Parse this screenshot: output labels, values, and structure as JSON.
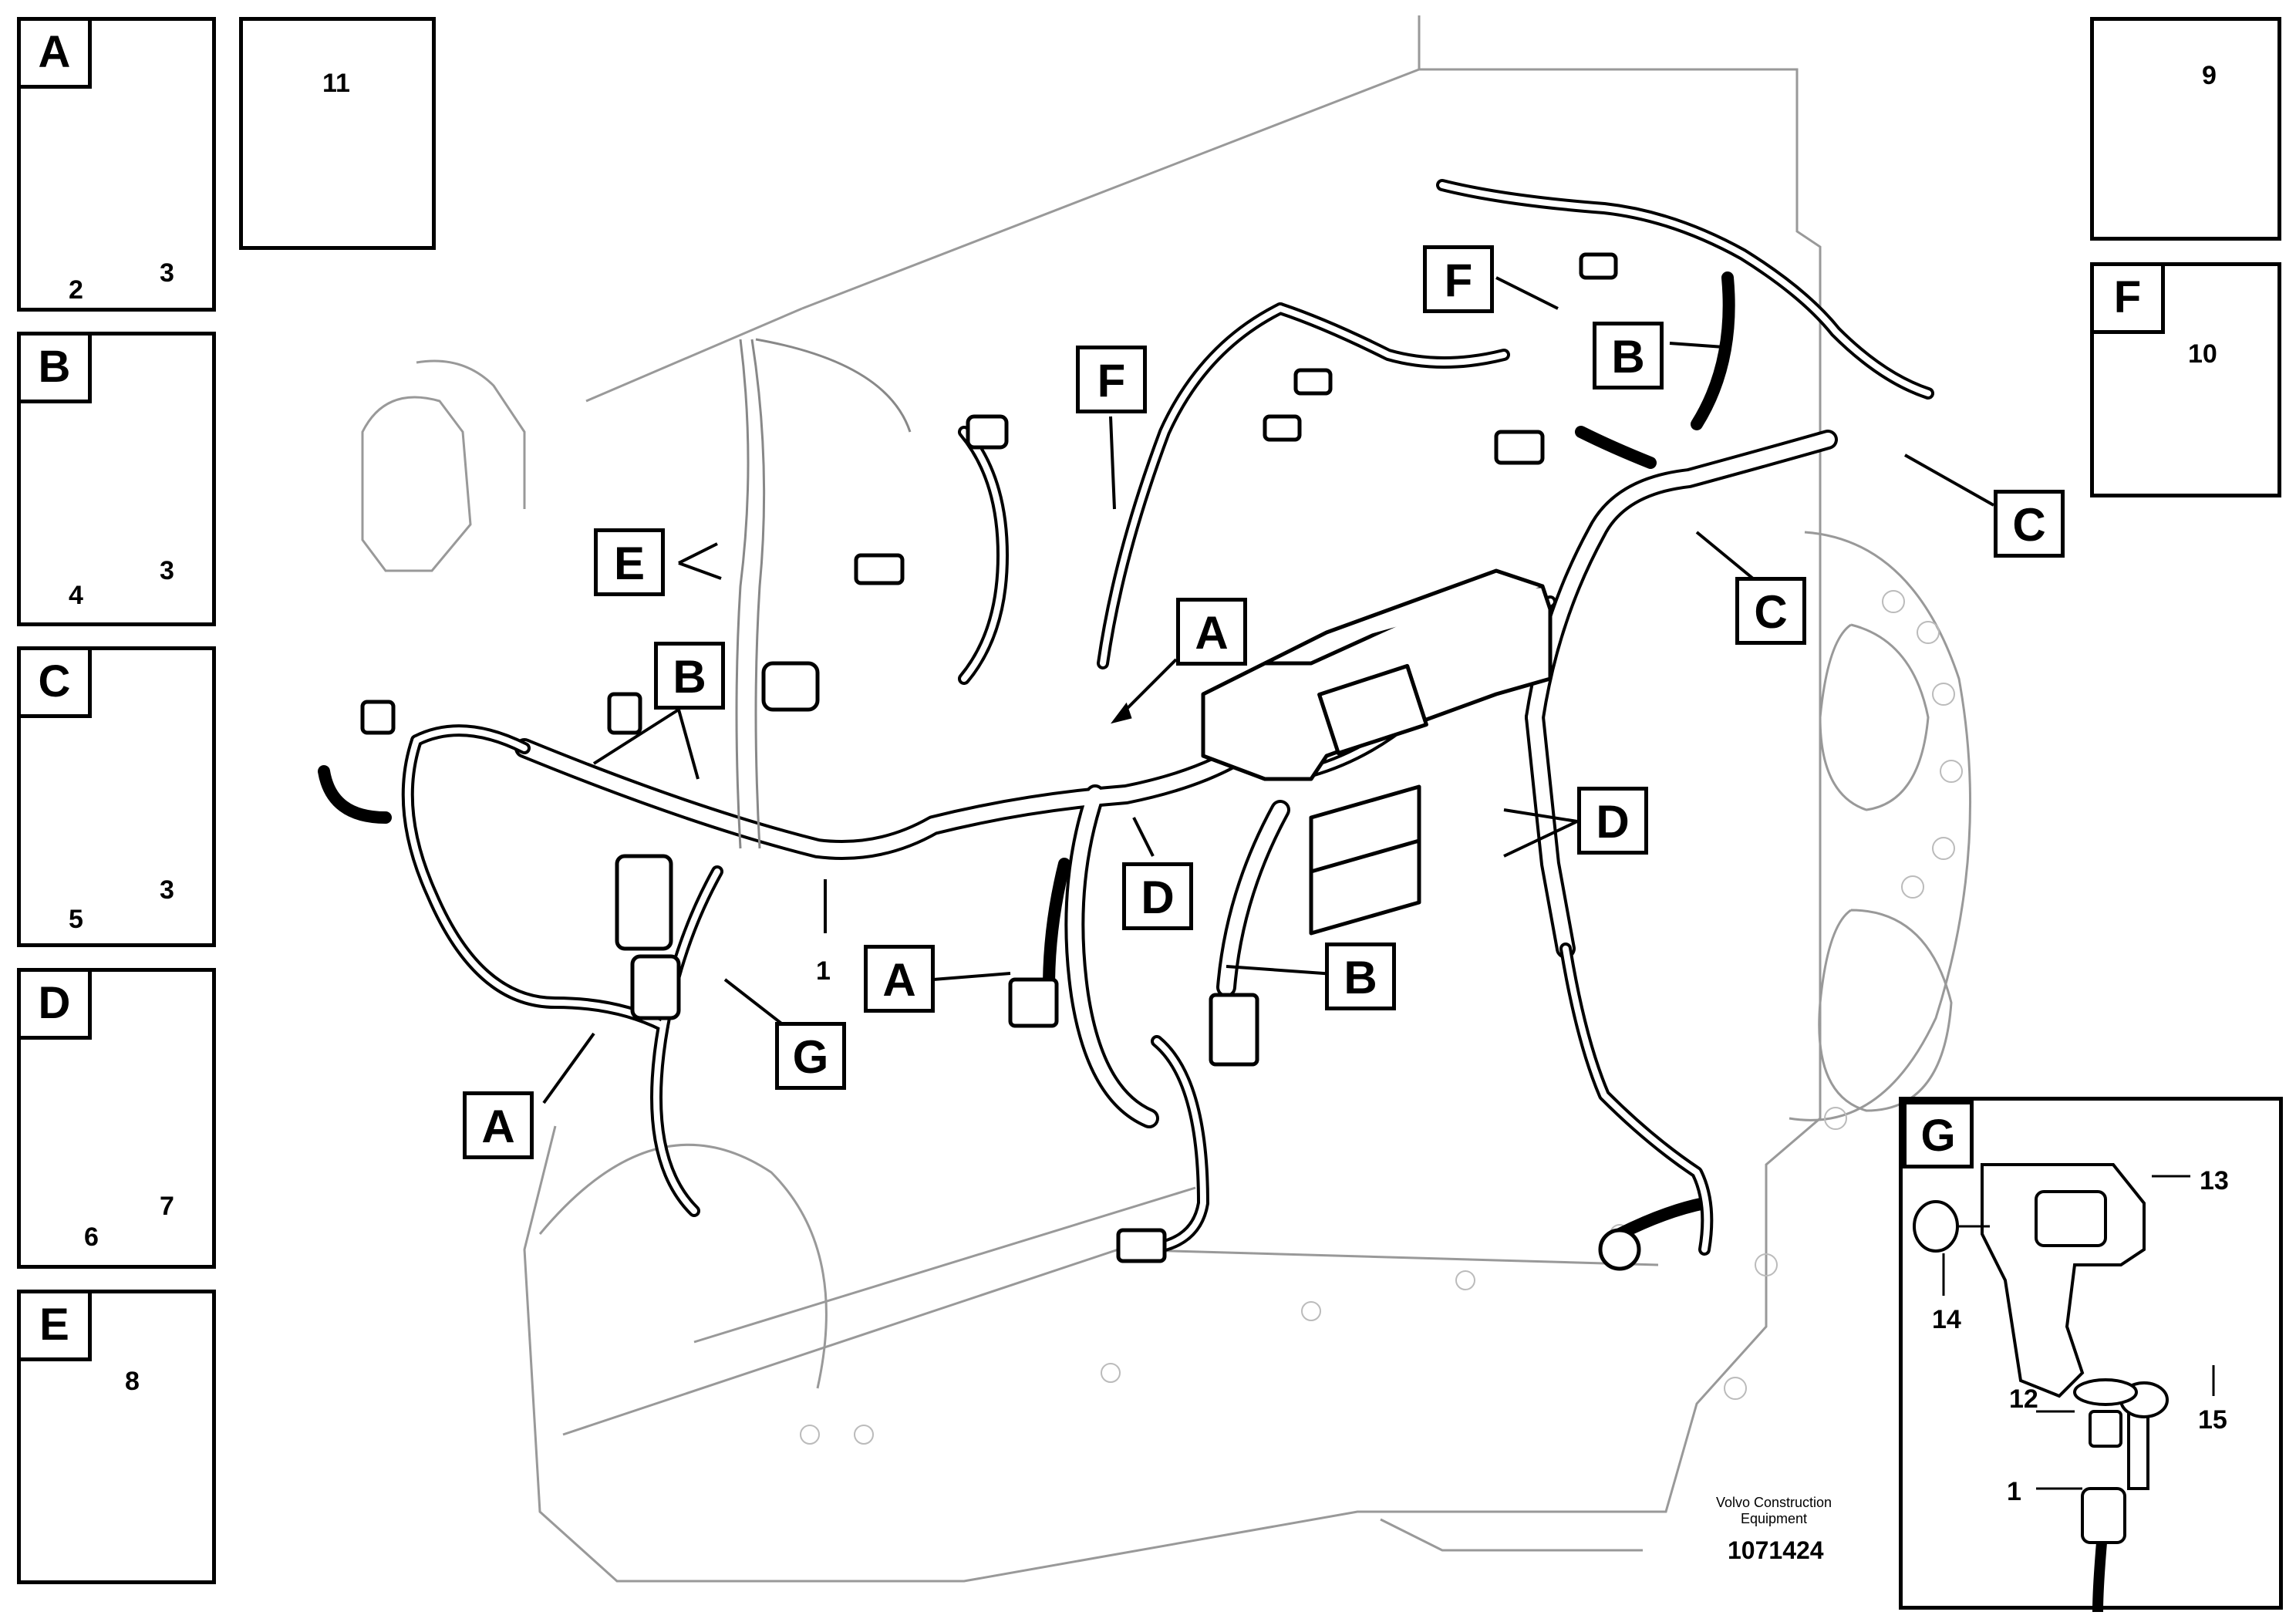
{
  "detail_boxes": [
    {
      "letter": "A",
      "parts": [
        "2",
        "3"
      ]
    },
    {
      "letter": "B",
      "parts": [
        "4",
        "3"
      ]
    },
    {
      "letter": "C",
      "parts": [
        "5",
        "3"
      ]
    },
    {
      "letter": "D",
      "parts": [
        "6",
        "7"
      ]
    },
    {
      "letter": "E",
      "parts": [
        "8"
      ]
    },
    {
      "part": "11"
    },
    {
      "part": "9"
    },
    {
      "letter": "F",
      "parts": [
        "10"
      ]
    },
    {
      "letter": "G",
      "parts": [
        "13",
        "14",
        "15",
        "12",
        "1"
      ]
    }
  ],
  "callouts": {
    "A_top": "A",
    "A_mid": "A",
    "A_left": "A",
    "B_left": "B",
    "B_mid": "B",
    "B_right": "B",
    "C_mid": "C",
    "C_right": "C",
    "D_left": "D",
    "D_right": "D",
    "E": "E",
    "F_left": "F",
    "F_right": "F",
    "G": "G"
  },
  "main_part_label": "1",
  "caption": {
    "line1": "Volvo Construction",
    "line2": "Equipment",
    "doc_number": "1071424"
  }
}
